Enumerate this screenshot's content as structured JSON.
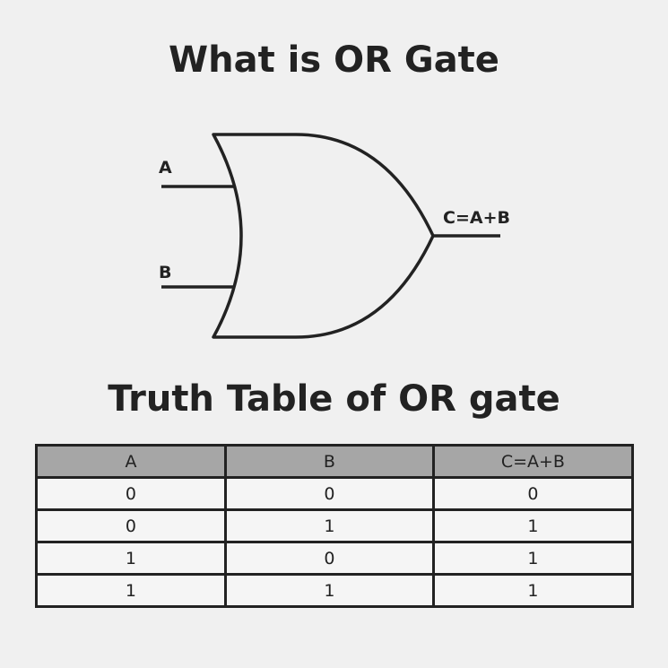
{
  "title": "What is OR Gate",
  "gate": {
    "input_a_label": "A",
    "input_b_label": "B",
    "output_label": "C=A+B"
  },
  "truth_table": {
    "title": "Truth Table of OR gate",
    "headers": [
      "A",
      "B",
      "C=A+B"
    ],
    "rows": [
      [
        "0",
        "0",
        "0"
      ],
      [
        "0",
        "1",
        "1"
      ],
      [
        "1",
        "0",
        "1"
      ],
      [
        "1",
        "1",
        "1"
      ]
    ]
  }
}
